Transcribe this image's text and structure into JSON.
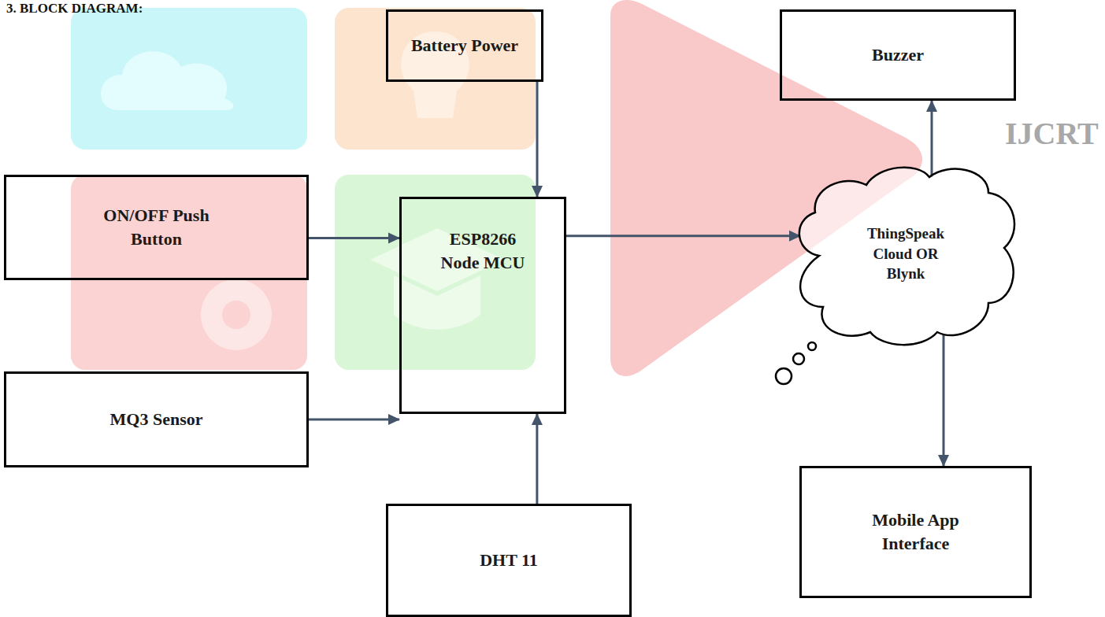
{
  "diagram": {
    "title": "3. BLOCK DIAGRAM:",
    "nodes": [
      {
        "text": [
          "Battery Power"
        ]
      },
      {
        "text": [
          "Buzzer"
        ]
      },
      {
        "text": [
          "ON/OFF Push Button"
        ]
      },
      {
        "text": [
          "ESP8266 Node MCU"
        ]
      },
      {
        "text": [
          "ThingSpeak Cloud OR Blynk"
        ]
      },
      {
        "text": [
          "MQ3 Sensor"
        ]
      },
      {
        "text": [
          "DHT 11"
        ]
      },
      {
        "text": [
          "Mobile App Interface"
        ]
      }
    ],
    "edges": [
      {
        "from": 0,
        "to": 3,
        "arrow": "to"
      },
      {
        "from": 2,
        "to": 3,
        "arrow": "to"
      },
      {
        "from": 5,
        "to": 3,
        "arrow": "to"
      },
      {
        "from": 6,
        "to": 3,
        "arrow": "to"
      },
      {
        "from": 3,
        "to": 4,
        "arrow": "to"
      },
      {
        "from": 4,
        "to": 1,
        "arrow": "to"
      },
      {
        "from": 4,
        "to": 7,
        "arrow": "to"
      }
    ],
    "labels": [
      "IJCRT"
    ]
  }
}
